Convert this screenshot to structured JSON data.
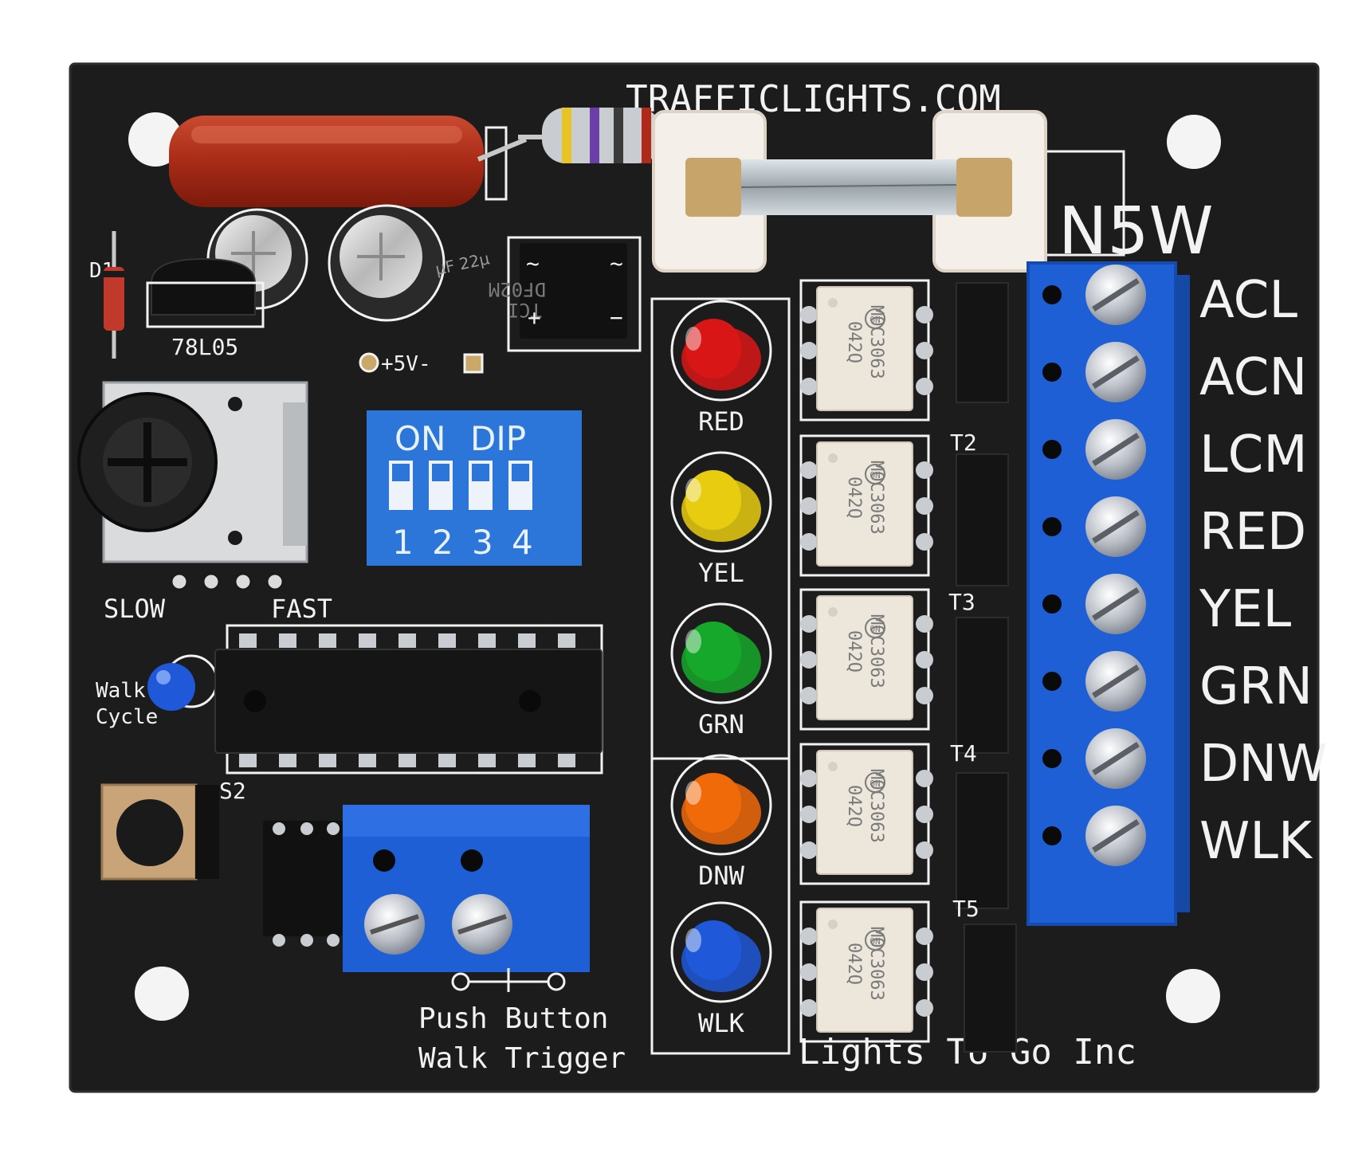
{
  "board": {
    "brand_url": "TRAFFICLIGHTS.COM",
    "model": "N5W",
    "maker": "Lights To Go Inc",
    "colors": {
      "pcb": "#1c1c1c",
      "silkscreen": "#f2f2f2",
      "terminal_blue": "#1f5fd6",
      "dip_blue": "#2b76d8"
    }
  },
  "power_section": {
    "diode_label": "D1",
    "regulator_label": "78L05",
    "rectifier_part": "DF02M",
    "rectifier_marking": "TCI",
    "rectifier_ac_left": "~",
    "rectifier_ac_right": "~",
    "rectifier_plus": "+",
    "rectifier_minus": "−",
    "supply_label": "+5V-",
    "cap_marking": "μF 22μ"
  },
  "speed_pot": {
    "slow_label": "SLOW",
    "fast_label": "FAST"
  },
  "dip_switch": {
    "on_label": "ON",
    "dip_label": "DIP",
    "positions": [
      "1",
      "2",
      "3",
      "4"
    ]
  },
  "walk_indicator": {
    "line1": "Walk",
    "line2": "Cycle"
  },
  "switch_label": "S2",
  "push_button": {
    "line1": "Push Button",
    "line2": "Walk Trigger"
  },
  "leds": [
    {
      "label": "RED",
      "color": "#d91616"
    },
    {
      "label": "YEL",
      "color": "#e8cc10"
    },
    {
      "label": "GRN",
      "color": "#16a82a"
    },
    {
      "label": "DNW",
      "color": "#f06a0a"
    },
    {
      "label": "WLK",
      "color": "#1f58d8"
    }
  ],
  "optocouplers": [
    {
      "part": "MOC3063",
      "code": "042Q",
      "logo": "ON"
    },
    {
      "part": "MOC3063",
      "code": "042Q",
      "logo": "ON"
    },
    {
      "part": "MOC3063",
      "code": "042Q",
      "logo": "ON"
    },
    {
      "part": "MOC3063",
      "code": "042Q",
      "logo": "ON"
    },
    {
      "part": "MOC3063",
      "code": "042Q",
      "logo": "ON"
    }
  ],
  "triac_labels": [
    "T2",
    "T3",
    "T4",
    "T5"
  ],
  "terminals": [
    "ACL",
    "ACN",
    "LCM",
    "RED",
    "YEL",
    "GRN",
    "DNW",
    "WLK"
  ]
}
